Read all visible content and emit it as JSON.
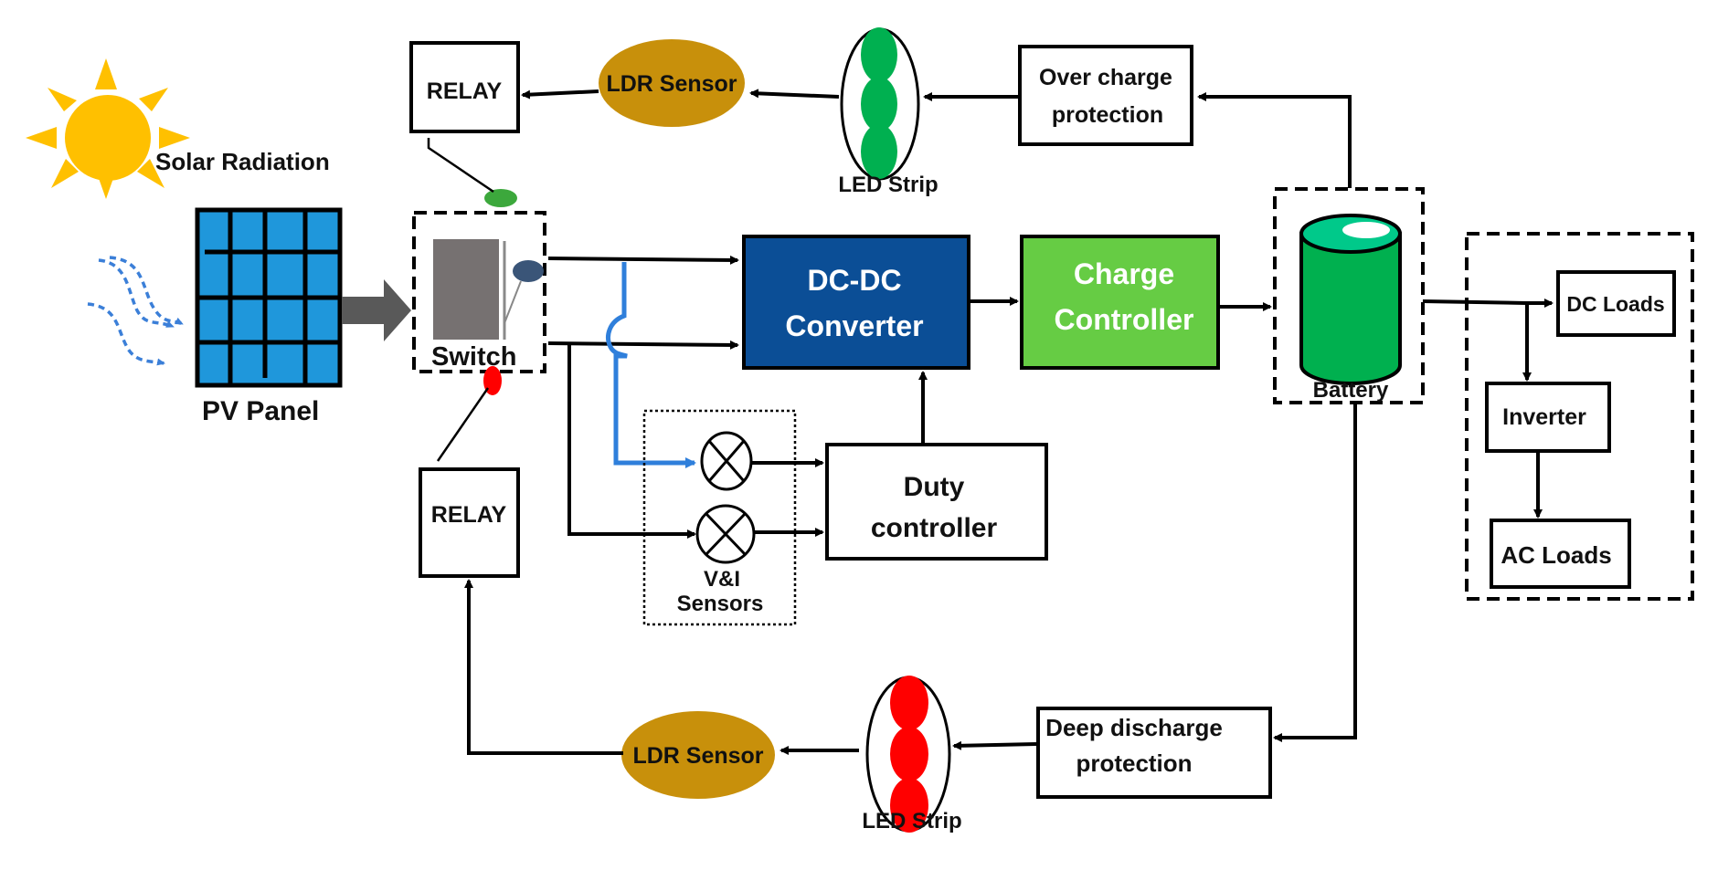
{
  "diagram": {
    "title": "PV solar charging system block diagram",
    "colors": {
      "sun": "#FFC000",
      "pv_panel": "#1F97DB",
      "dcdc": "#0B4E96",
      "charge_controller": "#66CC44",
      "battery": "#00B04F",
      "battery_top": "#00C98A",
      "ldr": "#C8900B",
      "led_green": "#00B050",
      "led_red": "#FF0000",
      "switch_body": "#767171",
      "indicator_green": "#3CA83C",
      "indicator_red": "#FF0000",
      "indicator_blue": "#3A5578",
      "sensor_wire": "#2F7FDB",
      "radiation": "#3B7FD8",
      "arrow_gray": "#595959"
    },
    "labels": {
      "solar_radiation": "Solar Radiation",
      "pv_panel": "PV Panel",
      "switch": "Switch",
      "relay_top": "RELAY",
      "relay_bottom": "RELAY",
      "ldr_top": "LDR Sensor",
      "ldr_bottom": "LDR Sensor",
      "led_top": "LED Strip",
      "led_bottom": "LED Strip",
      "over_charge_line1": "Over charge",
      "over_charge_line2": "protection",
      "dcdc_line1": "DC-DC",
      "dcdc_line2": "Converter",
      "charge_line1": "Charge",
      "charge_line2": "Controller",
      "battery": "Battery",
      "dc_loads": "DC Loads",
      "inverter": "Inverter",
      "ac_loads": "AC Loads",
      "duty_line1": "Duty",
      "duty_line2": "controller",
      "sensors_line1": "V&I",
      "sensors_line2": "Sensors",
      "deep_line1": "Deep discharge",
      "deep_line2": "protection"
    }
  }
}
